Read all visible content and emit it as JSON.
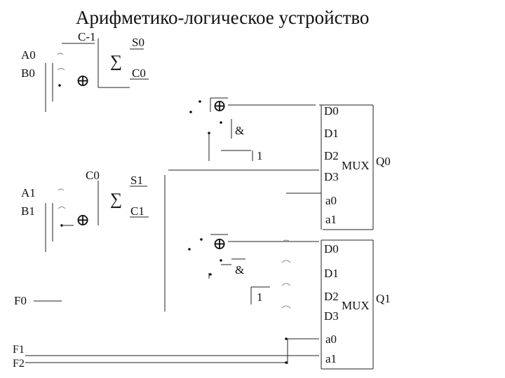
{
  "title": "Арифметико-логическое устройство",
  "adder0": {
    "carry_in": "C-1",
    "in_a": "A0",
    "in_b": "B0",
    "sum": "S0",
    "carry_out": "C0",
    "sigma": "∑",
    "xor": "⊕"
  },
  "adder1": {
    "carry_in": "C0",
    "in_a": "A1",
    "in_b": "B1",
    "sum": "S1",
    "carry_out": "C1",
    "sigma": "∑",
    "xor": "⊕"
  },
  "logic0": {
    "xor": "⊕",
    "and": "&",
    "or": "1"
  },
  "logic1": {
    "xor": "⊕",
    "and": "&",
    "or": "1"
  },
  "mux0": {
    "inputs": [
      "D0",
      "D1",
      "D2",
      "D3"
    ],
    "label": "MUX",
    "output": "Q0",
    "select": [
      "a0",
      "a1"
    ]
  },
  "mux1": {
    "inputs": [
      "D0",
      "D1",
      "D2",
      "D3"
    ],
    "label": "MUX",
    "output": "Q1",
    "select": [
      "a0",
      "a1"
    ]
  },
  "controls": {
    "f0": "F0",
    "f1": "F1",
    "f2": "F2"
  }
}
